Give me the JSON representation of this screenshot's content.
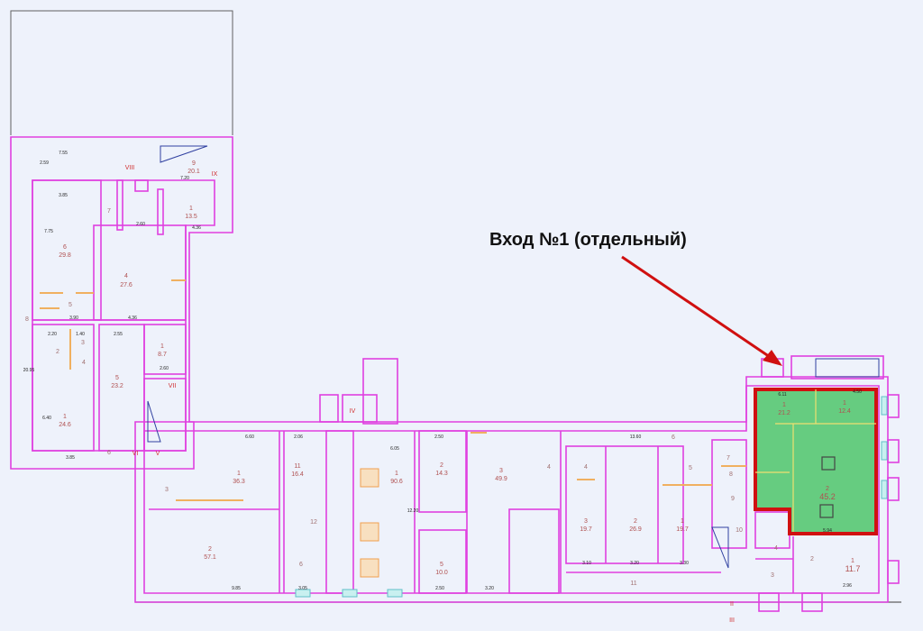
{
  "annotation": {
    "label": "Вход №1 (отдельный)",
    "arrow_color": "#d01010",
    "highlight_color": "#66cc80"
  },
  "colors": {
    "wall": "#e040e0",
    "background": "#eef2fb",
    "room_text": "#b05050"
  },
  "rooms": [
    {
      "num": "9",
      "area": "20.1"
    },
    {
      "num": "1",
      "area": "13.5"
    },
    {
      "num": "6",
      "area": "29.8"
    },
    {
      "num": "4",
      "area": "27.6"
    },
    {
      "num": "1",
      "area": "8.7"
    },
    {
      "num": "5",
      "area": "23.2"
    },
    {
      "num": "1",
      "area": "24.6"
    },
    {
      "num": "1",
      "area": "36.3"
    },
    {
      "num": "11",
      "area": "16.4"
    },
    {
      "num": "1",
      "area": "90.6"
    },
    {
      "num": "2",
      "area": "14.3"
    },
    {
      "num": "3",
      "area": "49.9"
    },
    {
      "num": "2",
      "area": "57.1"
    },
    {
      "num": "5",
      "area": "10.0"
    },
    {
      "num": "3",
      "area": "19.7"
    },
    {
      "num": "2",
      "area": "26.9"
    },
    {
      "num": "1",
      "area": "19.7"
    },
    {
      "num": "1",
      "area": "12.4"
    },
    {
      "num": "2",
      "area": "45.2"
    },
    {
      "num": "1",
      "area": "11.7"
    },
    {
      "num": "1",
      "area": "21.2"
    }
  ],
  "roman": [
    "VIII",
    "IX",
    "VII",
    "VI",
    "V",
    "IV",
    "II",
    "III"
  ],
  "room_numbers": [
    "7",
    "5",
    "2",
    "3",
    "4",
    "8",
    "6",
    "3",
    "12",
    "6",
    "4",
    "4",
    "6",
    "5",
    "7",
    "8",
    "9",
    "10",
    "11",
    "3",
    "4",
    "2"
  ],
  "dimensions": [
    "7.55",
    "2.59",
    "3.85",
    "7.75",
    "7.20",
    "2.60",
    "4.36",
    "3.90",
    "4.36",
    "2.20",
    "1.40",
    "2.55",
    "20.95",
    "6.40",
    "3.85",
    "2.60",
    "6.60",
    "2.06",
    "6.05",
    "2.50",
    "13.60",
    "3.10",
    "3.20",
    "3.30",
    "9.85",
    "3.05",
    "2.50",
    "3.20",
    "2.96",
    "5.94",
    "6.11",
    "4.50",
    "12.20"
  ]
}
